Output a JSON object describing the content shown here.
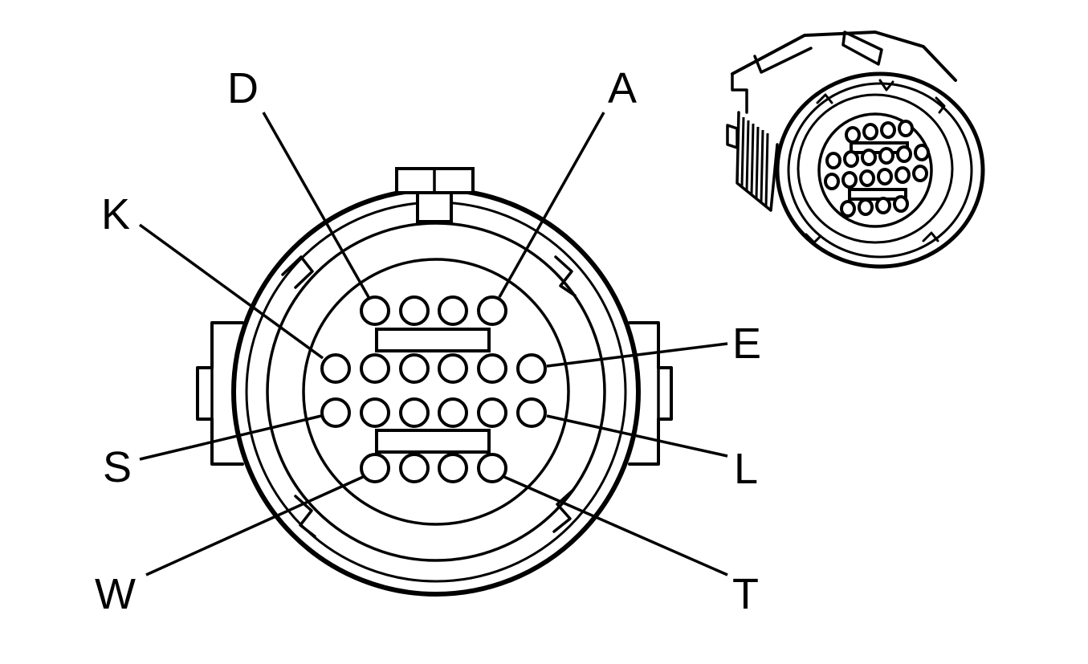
{
  "diagram": {
    "pin_labels": [
      {
        "id": "D",
        "text": "D"
      },
      {
        "id": "A",
        "text": "A"
      },
      {
        "id": "K",
        "text": "K"
      },
      {
        "id": "E",
        "text": "E"
      },
      {
        "id": "S",
        "text": "S"
      },
      {
        "id": "L",
        "text": "L"
      },
      {
        "id": "W",
        "text": "W"
      },
      {
        "id": "T",
        "text": "T"
      }
    ],
    "pin_rows": [
      4,
      6,
      6,
      4
    ],
    "line_color": "#000000",
    "background": "#ffffff"
  }
}
